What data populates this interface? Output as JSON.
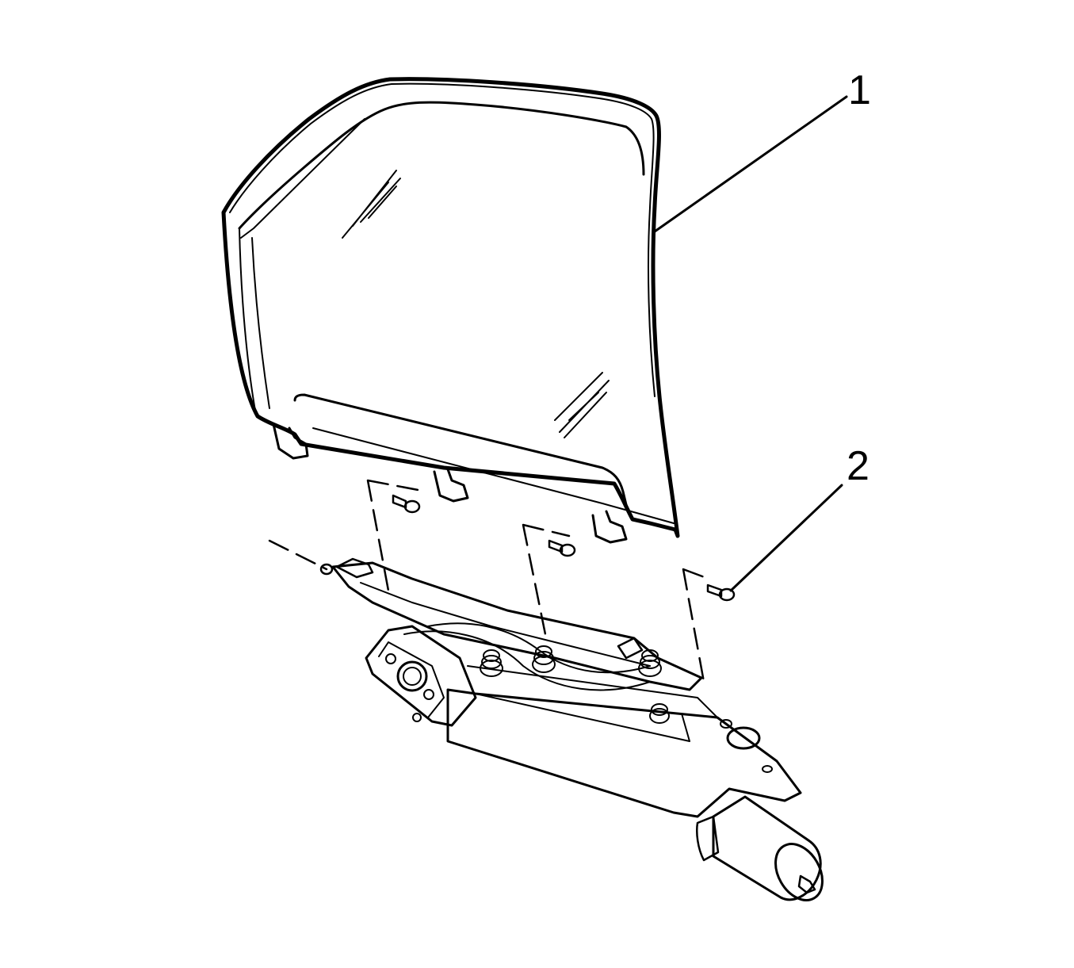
{
  "colors": {
    "line": "#000000",
    "background": "#ffffff"
  },
  "callouts": [
    {
      "number": "1",
      "part": "window-glass"
    },
    {
      "number": "2",
      "part": "bolt"
    }
  ]
}
